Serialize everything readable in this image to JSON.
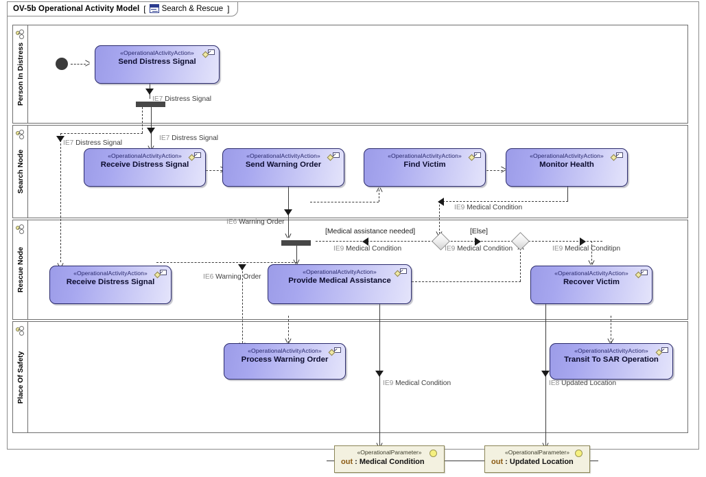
{
  "diagram": {
    "title": "OV-5b Operational Activity Model",
    "bracket_open": "[",
    "bracket_close": "]",
    "subject": "Search & Rescue",
    "icon": "activity-diagram-icon",
    "accent_action_border": "#29296b",
    "accent_action_fill": "#a7a7ef",
    "accent_param_fill": "#f3f1e0"
  },
  "lanes": [
    {
      "id": "person-in-distress",
      "label": "Person In Distress",
      "icon": "node-icon"
    },
    {
      "id": "search-node",
      "label": "Search Node",
      "icon": "node-icon"
    },
    {
      "id": "rescue-node",
      "label": "Rescue Node",
      "icon": "node-icon"
    },
    {
      "id": "place-of-safety",
      "label": "Place Of Safety",
      "icon": "node-icon"
    }
  ],
  "actions": [
    {
      "id": "send-distress-signal",
      "stereotype": "«OperationalActivityAction»",
      "name": "Send Distress Signal",
      "lane": "person-in-distress"
    },
    {
      "id": "receive-distress-signal-1",
      "stereotype": "«OperationalActivityAction»",
      "name": "Receive Distress Signal",
      "lane": "search-node"
    },
    {
      "id": "send-warning-order",
      "stereotype": "«OperationalActivityAction»",
      "name": "Send Warning Order",
      "lane": "search-node"
    },
    {
      "id": "find-victim",
      "stereotype": "«OperationalActivityAction»",
      "name": "Find Victim",
      "lane": "search-node"
    },
    {
      "id": "monitor-health",
      "stereotype": "«OperationalActivityAction»",
      "name": "Monitor Health",
      "lane": "search-node"
    },
    {
      "id": "receive-distress-signal-2",
      "stereotype": "«OperationalActivityAction»",
      "name": "Receive Distress Signal",
      "lane": "rescue-node"
    },
    {
      "id": "provide-medical-assistance",
      "stereotype": "«OperationalActivityAction»",
      "name": "Provide Medical Assistance",
      "lane": "rescue-node"
    },
    {
      "id": "recover-victim",
      "stereotype": "«OperationalActivityAction»",
      "name": "Recover Victim",
      "lane": "rescue-node"
    },
    {
      "id": "process-warning-order",
      "stereotype": "«OperationalActivityAction»",
      "name": "Process Warning Order",
      "lane": "place-of-safety"
    },
    {
      "id": "transit-to-sar-operation",
      "stereotype": "«OperationalActivityAction»",
      "name": "Transit To SAR Operation",
      "lane": "place-of-safety"
    }
  ],
  "parameters": [
    {
      "id": "param-medical-condition",
      "stereotype": "«OperationalParameter»",
      "direction": "out",
      "name": ": Medical Condition"
    },
    {
      "id": "param-updated-location",
      "stereotype": "«OperationalParameter»",
      "direction": "out",
      "name": ": Updated Location"
    }
  ],
  "edge_labels": {
    "ie7_a": {
      "prefix": "IE7",
      "text": " Distress Signal"
    },
    "ie7_b": {
      "prefix": "IE7",
      "text": " Distress Signal"
    },
    "ie7_c": {
      "prefix": "IE7",
      "text": " Distress Signal"
    },
    "ie6_a": {
      "prefix": "IE6",
      "text": " Warning Order"
    },
    "ie6_b": {
      "prefix": "IE6",
      "text": " Warning Order"
    },
    "ie9_a": {
      "prefix": "IE9",
      "text": " Medical Condition"
    },
    "ie9_b": {
      "prefix": "IE9",
      "text": " Medical Condition"
    },
    "ie9_c": {
      "prefix": "IE9",
      "text": " Medical Condition"
    },
    "ie9_d": {
      "prefix": "IE9",
      "text": " Medical Conditipn"
    },
    "ie9_e": {
      "prefix": "IE9",
      "text": " Medical Condition"
    },
    "ie8_a": {
      "prefix": "IE8",
      "text": " Updated Location"
    }
  },
  "guards": {
    "medical_needed": "[Medical assistance needed]",
    "else": "[Else]"
  },
  "nodes": {
    "initial": "initial-node",
    "fork1": "fork-bar",
    "fork2": "fork-bar",
    "decision1": "decision-node",
    "decision2": "merge-node"
  }
}
